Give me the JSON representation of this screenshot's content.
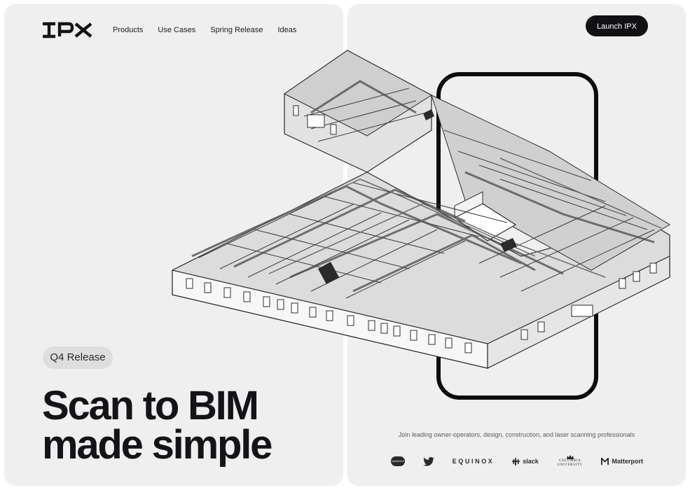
{
  "brand": {
    "name": "IPX",
    "logo_icon": "ipx-wordmark-icon"
  },
  "nav": {
    "items": [
      {
        "label": "Products"
      },
      {
        "label": "Use Cases"
      },
      {
        "label": "Spring Release"
      },
      {
        "label": "Ideas"
      }
    ]
  },
  "hero": {
    "badge": "Q4 Release",
    "headline_line1": "Scan to BIM",
    "headline_line2": "made simple",
    "illustration_icon": "isometric-building-model-icon"
  },
  "header": {
    "cta_label": "Launch IPX"
  },
  "customers": {
    "tagline": "Join leading owner-operators, design, construction, and laser scanning professionals",
    "logos": [
      {
        "name": "salesforce",
        "icon": "salesforce-logo-icon"
      },
      {
        "name": "twitter",
        "icon": "twitter-bird-icon"
      },
      {
        "name": "EQUINOX",
        "icon": "equinox-wordmark-icon"
      },
      {
        "name": "slack",
        "icon": "slack-logo-icon"
      },
      {
        "name": "COLUMBIA UNIVERSITY",
        "icon": "columbia-crown-icon"
      },
      {
        "name": "Matterport",
        "icon": "matterport-logo-icon"
      }
    ]
  },
  "colors": {
    "panel_bg": "#efefef",
    "ink": "#141418",
    "badge_bg": "#dedede",
    "cta_bg": "#111114"
  }
}
